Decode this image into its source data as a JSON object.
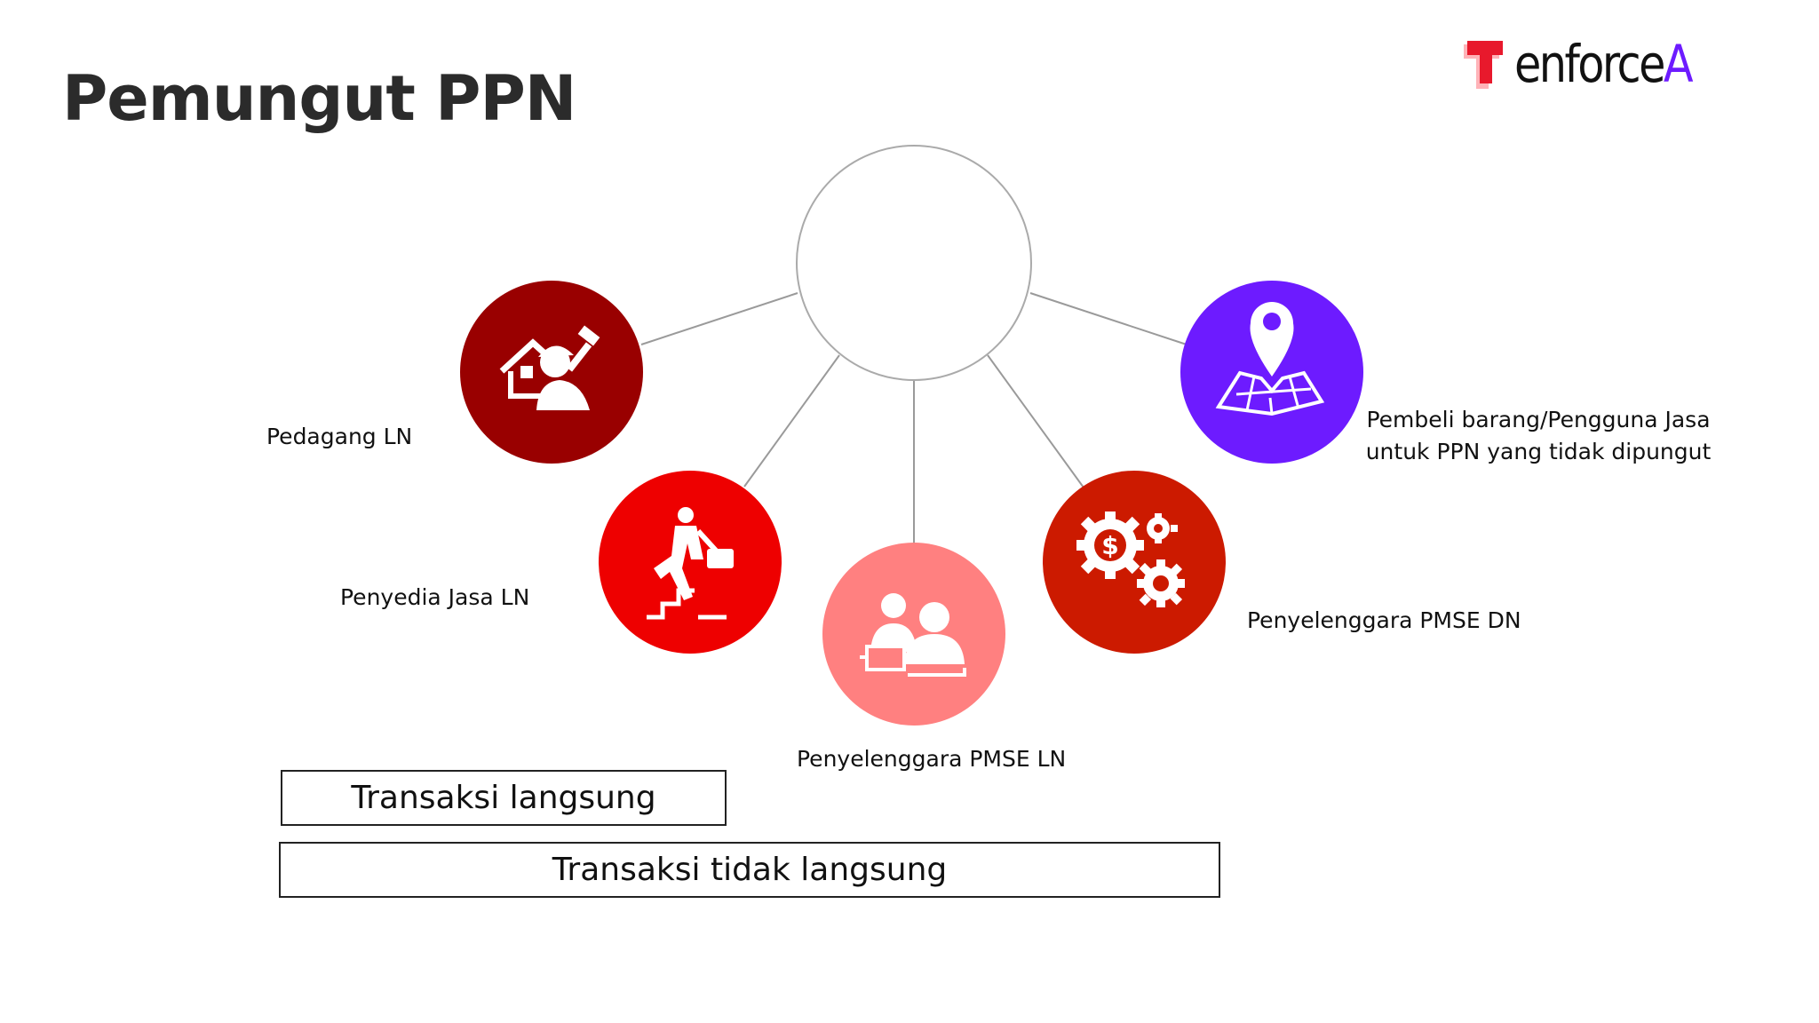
{
  "header": {
    "title": "Pemungut PPN"
  },
  "logo": {
    "text_main": "enforce",
    "text_accent": "A",
    "brand_red": "#e8192c",
    "brand_purple": "#6d1bff"
  },
  "diagram": {
    "nodes": [
      {
        "id": "pedagang",
        "label": "Pedagang LN",
        "icon": "worker-house-icon",
        "color": "#990000"
      },
      {
        "id": "penyedia",
        "label": "Penyedia Jasa LN",
        "icon": "businessman-stairs-icon",
        "color": "#ee0000"
      },
      {
        "id": "pmse-ln",
        "label": "Penyelenggara PMSE LN",
        "icon": "people-laptop-icon",
        "color": "#ff8080"
      },
      {
        "id": "pmse-dn",
        "label": "Penyelenggara PMSE DN",
        "icon": "gears-dollar-icon",
        "color": "#cc1a00"
      },
      {
        "id": "pembeli",
        "label": "Pembeli barang/Pengguna Jasa untuk PPN yang tidak dipungut",
        "icon": "map-pin-icon",
        "color": "#6d1bff"
      }
    ]
  },
  "legend": {
    "direct": "Transaksi langsung",
    "indirect": "Transaksi tidak langsung"
  }
}
